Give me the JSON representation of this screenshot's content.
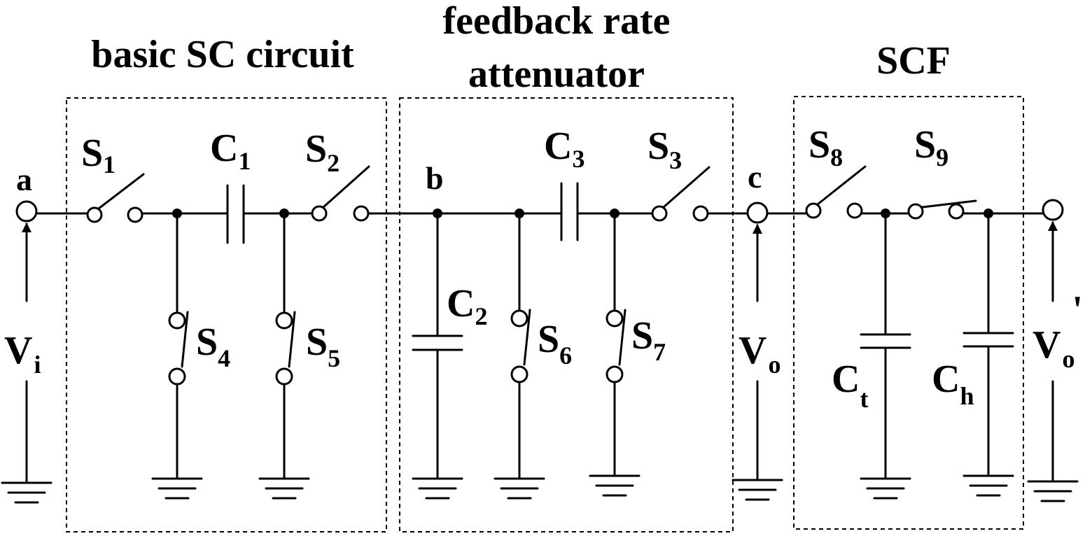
{
  "blocks": {
    "basic": "basic SC circuit",
    "feedback_line1": "feedback rate",
    "feedback_line2": "attenuator",
    "scf": "SCF"
  },
  "nodes": {
    "a": "a",
    "b": "b",
    "c": "c"
  },
  "components": {
    "S1": {
      "main": "S",
      "sub": "1"
    },
    "S2": {
      "main": "S",
      "sub": "2"
    },
    "S3": {
      "main": "S",
      "sub": "3"
    },
    "S4": {
      "main": "S",
      "sub": "4"
    },
    "S5": {
      "main": "S",
      "sub": "5"
    },
    "S6": {
      "main": "S",
      "sub": "6"
    },
    "S7": {
      "main": "S",
      "sub": "7"
    },
    "S8": {
      "main": "S",
      "sub": "8"
    },
    "S9": {
      "main": "S",
      "sub": "9"
    },
    "C1": {
      "main": "C",
      "sub": "1"
    },
    "C2": {
      "main": "C",
      "sub": "2"
    },
    "C3": {
      "main": "C",
      "sub": "3"
    },
    "Ct": {
      "main": "C",
      "sub": "t"
    },
    "Ch": {
      "main": "C",
      "sub": "h"
    }
  },
  "voltages": {
    "Vi": {
      "main": "V",
      "sub": "i"
    },
    "Vo": {
      "main": "V",
      "sub": "o"
    },
    "Vo2": {
      "main": "V",
      "sub": "o",
      "prime": "'"
    }
  }
}
